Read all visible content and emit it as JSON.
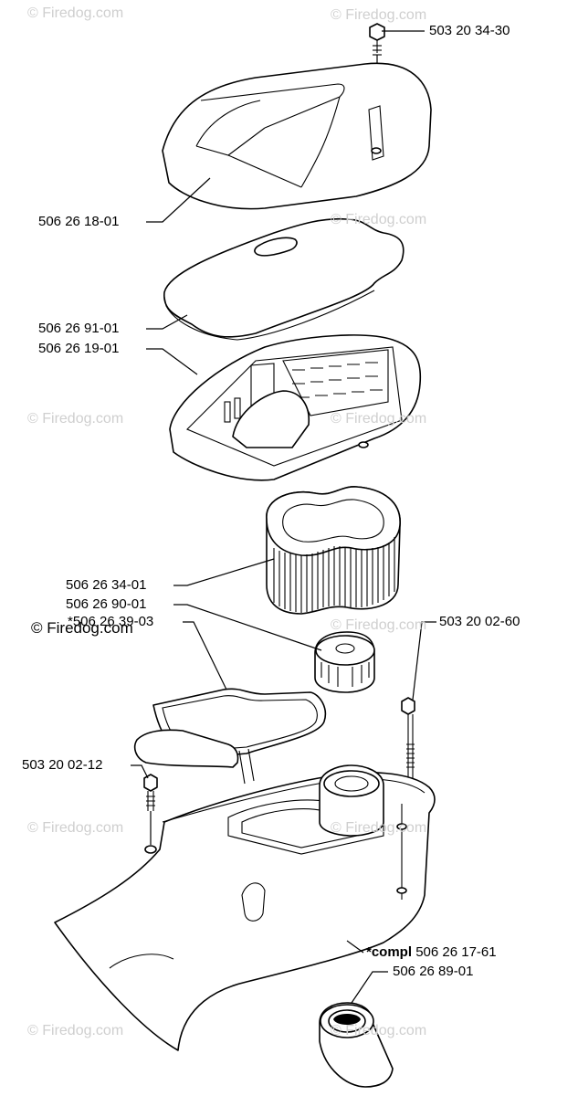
{
  "watermark": "© Firedog.com",
  "watermark_dark": "© Firedog.com",
  "labels": {
    "screw_top": "503 20 34-30",
    "cover": "506 26 18-01",
    "pre_filter": "506 26 91-01",
    "filter_holder": "506 26 19-01",
    "air_filter": "506 26 34-01",
    "knob": "506 26 90-01",
    "gasket": "*506 26 39-03",
    "screw_right": "503 20 02-60",
    "screw_left": "503 20 02-12",
    "base_prefix": "*compl",
    "base": "506 26 17-61",
    "grommet": "506 26 89-01"
  }
}
